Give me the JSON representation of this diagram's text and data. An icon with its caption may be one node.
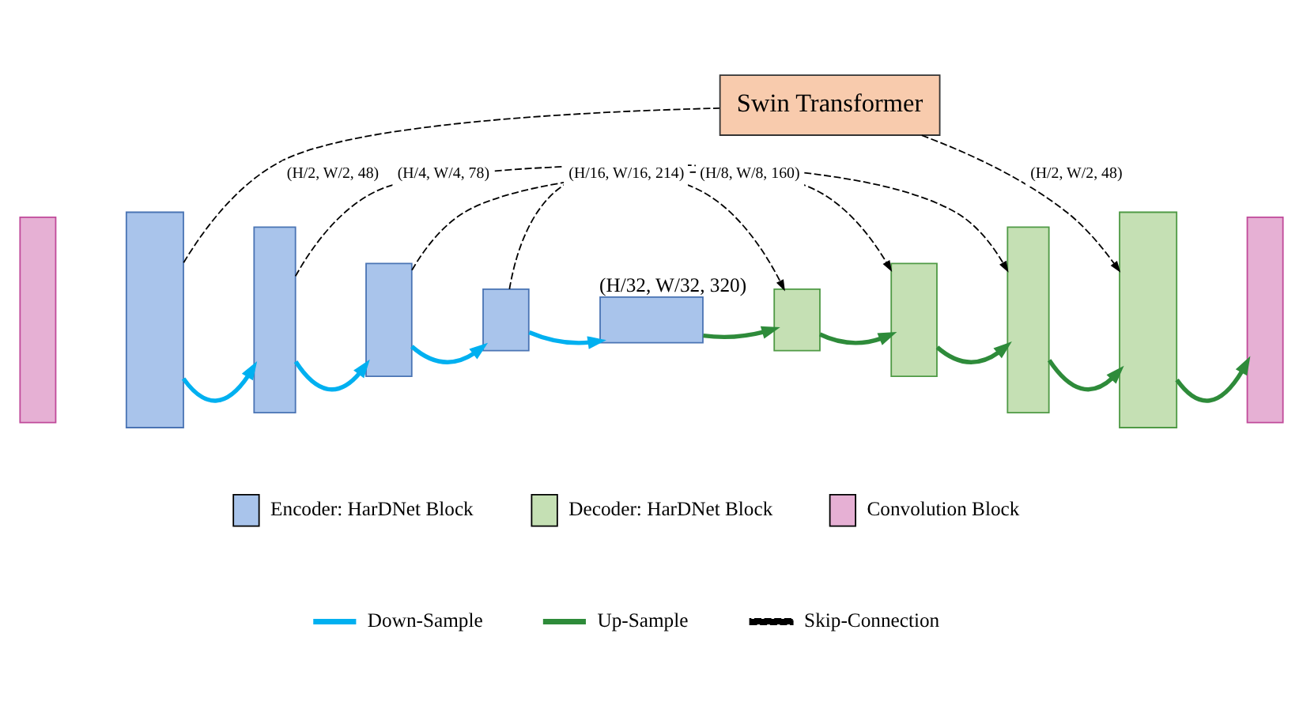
{
  "diagram": {
    "nodes": [
      {
        "text": [
          "Swin Transformer"
        ]
      },
      {
        "text": [],
        "shape": "box"
      },
      {
        "text": [],
        "shape": "box"
      },
      {
        "text": [],
        "shape": "box"
      },
      {
        "text": [],
        "shape": "box"
      },
      {
        "text": [],
        "shape": "box"
      },
      {
        "text": [],
        "shape": "box",
        "beside": [
          "(H/32, W/32, 320)"
        ]
      },
      {
        "text": [],
        "shape": "box"
      },
      {
        "text": [],
        "shape": "box"
      },
      {
        "text": [],
        "shape": "box"
      },
      {
        "text": [],
        "shape": "box"
      },
      {
        "text": [],
        "shape": "box"
      }
    ],
    "edges": [
      {
        "from": 2,
        "to": 3,
        "arrow": "to",
        "color": "#00b0f0"
      },
      {
        "from": 3,
        "to": 4,
        "arrow": "to",
        "color": "#00b0f0"
      },
      {
        "from": 4,
        "to": 5,
        "arrow": "to",
        "color": "#00b0f0"
      },
      {
        "from": 5,
        "to": 6,
        "arrow": "to",
        "color": "#00b0f0"
      },
      {
        "from": 6,
        "to": 7,
        "arrow": "to",
        "color": "#2e8b3a"
      },
      {
        "from": 7,
        "to": 8,
        "arrow": "to",
        "color": "#2e8b3a"
      },
      {
        "from": 8,
        "to": 9,
        "arrow": "to",
        "color": "#2e8b3a"
      },
      {
        "from": 9,
        "to": 10,
        "arrow": "to",
        "color": "#2e8b3a"
      },
      {
        "from": 10,
        "to": 11,
        "arrow": "to",
        "color": "#2e8b3a"
      },
      {
        "from": 2,
        "to": 0,
        "arrow": "none",
        "style": "dashed",
        "color": "#000000",
        "label": "(H/2, W/2, 48)"
      },
      {
        "from": 0,
        "to": 10,
        "arrow": "to",
        "style": "dashed",
        "color": "#000000",
        "label": "(H/2, W/2, 48)"
      },
      {
        "from": 3,
        "to": 9,
        "arrow": "to",
        "style": "dashed",
        "color": "#000000",
        "label": "(H/4, W/4, 78)"
      },
      {
        "from": 4,
        "to": 8,
        "arrow": "to",
        "style": "dashed",
        "color": "#000000",
        "label": "(H/8, W/8, 160)"
      },
      {
        "from": 5,
        "to": 7,
        "arrow": "to",
        "style": "dashed",
        "color": "#000000",
        "label": "(H/16, W/16, 214)"
      }
    ],
    "legend": [
      {
        "text": "Encoder: HarDNet Block",
        "color": "#a9c4eb"
      },
      {
        "text": "Decoder: HarDNet Block",
        "color": "#c5e0b4"
      },
      {
        "text": "Convolution Block",
        "color": "#e6b0d4"
      },
      {
        "text": "Down-Sample"
      },
      {
        "text": "Up-Sample"
      },
      {
        "text": "Skip-Connection"
      }
    ]
  }
}
